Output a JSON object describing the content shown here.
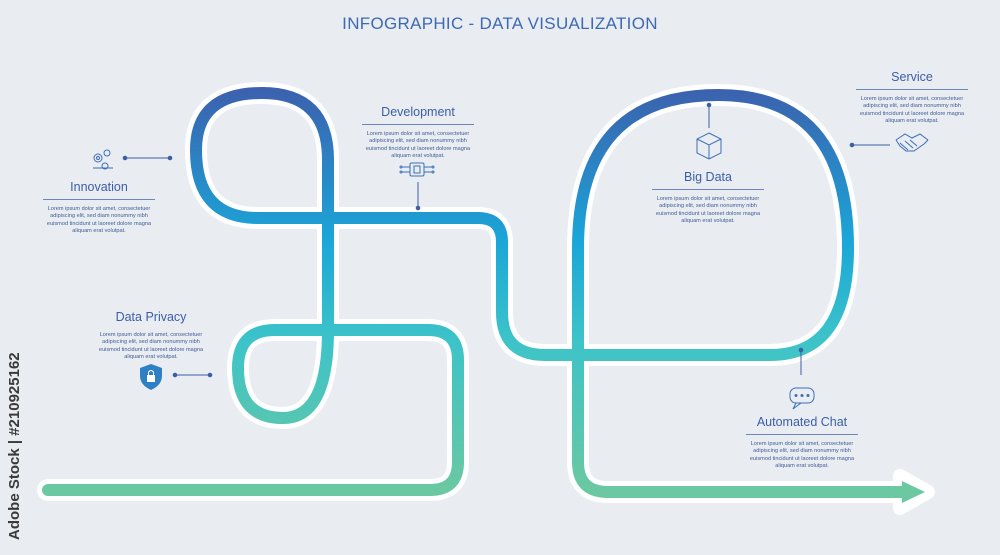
{
  "title": "INFOGRAPHIC - DATA VISUALIZATION",
  "watermark": "Adobe Stock | #210925162",
  "lorem": "Lorem ipsum dolor sit amet, consectetuer adipiscing elit, sed diam nonummy nibh euismod tincidunt ut laoreet dolore magna aliquam erat volutpat.",
  "steps": {
    "innovation": {
      "label": "Innovation",
      "icon": "gears-icon"
    },
    "development": {
      "label": "Development",
      "icon": "chip-icon"
    },
    "data_privacy": {
      "label": "Data Privacy",
      "icon": "shield-lock-icon"
    },
    "big_data": {
      "label": "Big Data",
      "icon": "cube-icon"
    },
    "service": {
      "label": "Service",
      "icon": "handshake-icon"
    },
    "automated_chat": {
      "label": "Automated Chat",
      "icon": "chat-bubbles-icon"
    }
  },
  "colors": {
    "background": "#e9ecf1",
    "path_top": "#3d5fad",
    "path_mid": "#17b3d6",
    "path_bottom": "#6cc8a0",
    "text": "#3b5fa6"
  }
}
